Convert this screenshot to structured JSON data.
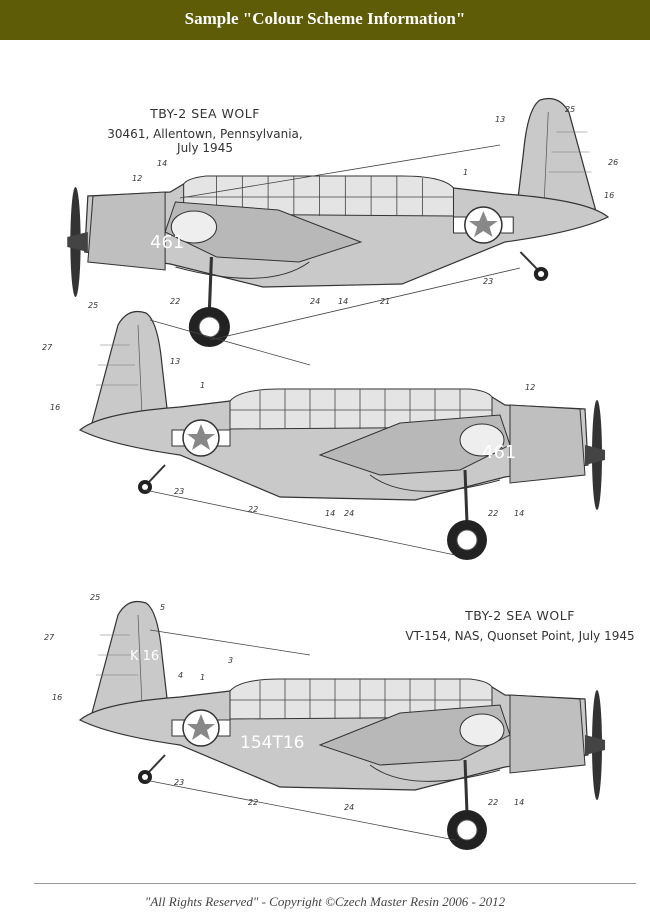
{
  "header": {
    "title": "Sample \"Colour Scheme Information\""
  },
  "profiles": [
    {
      "type": "TBY-2 SEA WOLF",
      "subtitle": "30461, Allentown, Pennsylvania, July 1945",
      "fuselage_code": "461",
      "callouts": [
        "25",
        "13",
        "26",
        "1",
        "16",
        "14",
        "12",
        "22",
        "24",
        "14",
        "21",
        "23"
      ]
    },
    {
      "fuselage_code": "461",
      "callouts": [
        "27",
        "25",
        "13",
        "1",
        "16",
        "23",
        "22",
        "14",
        "24",
        "12",
        "22",
        "14"
      ]
    },
    {
      "type": "TBY-2 SEA WOLF",
      "subtitle": "VT-154, NAS, Quonset Point, July 1945",
      "fuselage_code": "154T16",
      "tail_code": "K 16",
      "callouts": [
        "25",
        "5",
        "27",
        "4",
        "3",
        "1",
        "16",
        "23",
        "22",
        "24",
        "22",
        "14"
      ]
    }
  ],
  "colors": {
    "header": "#5f5c08",
    "aircraft": "#c9c9c9"
  },
  "footer": {
    "text": "\"All Rights Reserved\" - Copyright ©Czech Master Resin 2006 - 2012"
  }
}
